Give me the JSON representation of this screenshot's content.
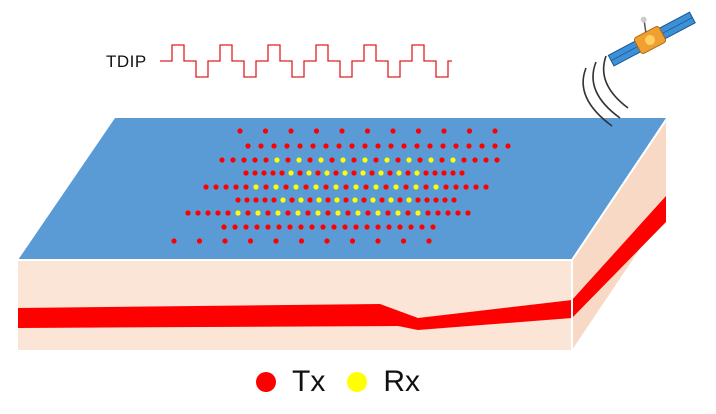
{
  "signal": {
    "label": "TDIP"
  },
  "legend": {
    "tx_label": "Tx",
    "rx_label": "Rx"
  },
  "colors": {
    "surface": "#5b9bd5",
    "earth": "#fbe5d6",
    "earth_side": "#f8d9c6",
    "layer": "#ff0000",
    "tx": "#ff0000",
    "rx": "#ffff00",
    "waveform": "#e02020",
    "outline": "#ffffff"
  },
  "icons": {
    "satellite": "satellite-icon",
    "signal_waves": "signal-waves-icon"
  }
}
